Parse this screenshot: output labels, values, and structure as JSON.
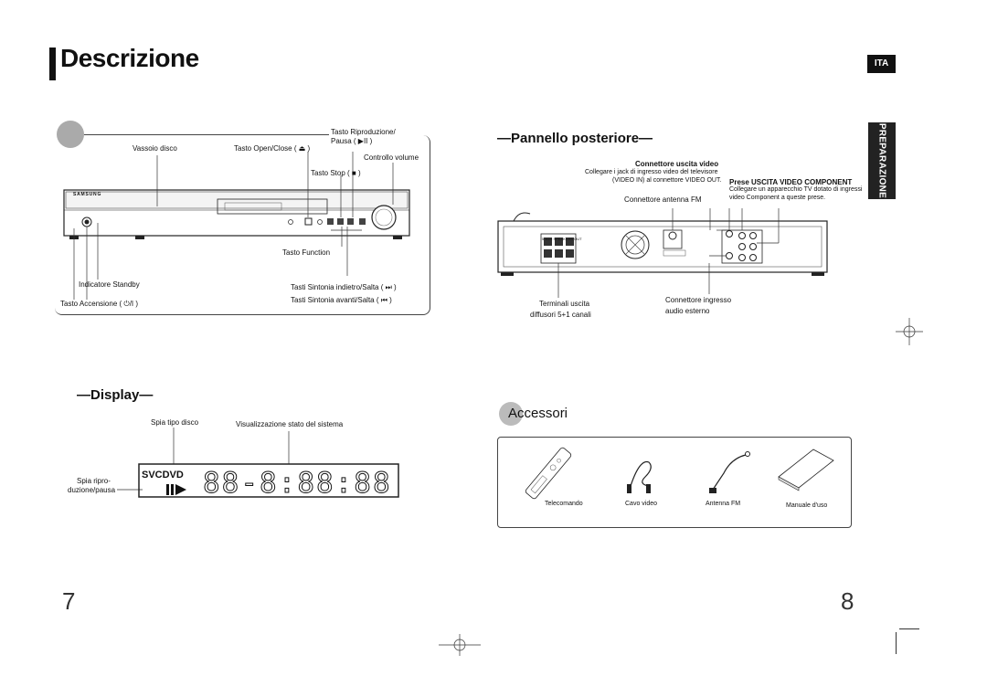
{
  "page": {
    "title": "Descrizione",
    "lang_tab": "ITA",
    "section_tab": "PREPARAZIONE",
    "page_left": "7",
    "page_right": "8"
  },
  "front_panel": {
    "brand": "SAMSUNG",
    "labels": {
      "vassoio": "Vassoio disco",
      "open_close": "Tasto Open/Close ( ⏏ )",
      "play_pause_1": "Tasto Riproduzione/",
      "play_pause_2": "Pausa ( ▶II )",
      "volume": "Controllo volume",
      "stop": "Tasto Stop ( ■ )",
      "function": "Tasto Function",
      "standby": "Indicatore Standby",
      "tuning_back": "Tasti Sintonia indietro/Salta ( ⏭ )",
      "tuning_fwd": "Tasti Sintonia avanti/Salta ( ⏮ )",
      "power": "Tasto Accensione ( ⏻/I )"
    }
  },
  "rear_panel": {
    "heading": "Pannello posteriore",
    "video_out_title": "Connettore uscita video",
    "video_out_desc_1": "Collegare i jack di ingresso video del televisore",
    "video_out_desc_2": "(VIDEO IN) al connettore VIDEO OUT.",
    "component_title": "Prese USCITA VIDEO COMPONENT",
    "component_desc_1": "Collegare un apparecchio TV dotato di ingressi",
    "component_desc_2": "video Component a queste prese.",
    "antenna": "Connettore antenna FM",
    "speakers_1": "Terminali uscita",
    "speakers_2": "diffusori 5+1 canali",
    "audio_in_1": "Connettore ingresso",
    "audio_in_2": "audio esterno",
    "speaker_block": "5.1CH SPEAKERS OUT"
  },
  "display": {
    "heading": "Display",
    "spia_tipo": "Spia tipo disco",
    "stato": "Visualizzazione stato del sistema",
    "spia_ripro_1": "Spia ripro-",
    "spia_ripro_2": "duzione/pausa",
    "disc_types": "SVCDVD",
    "segments": "88-8:88:88"
  },
  "accessories": {
    "heading": "Accessori",
    "items": [
      "Telecomando",
      "Cavo video",
      "Antenna FM",
      "Manuale d'uso"
    ]
  }
}
